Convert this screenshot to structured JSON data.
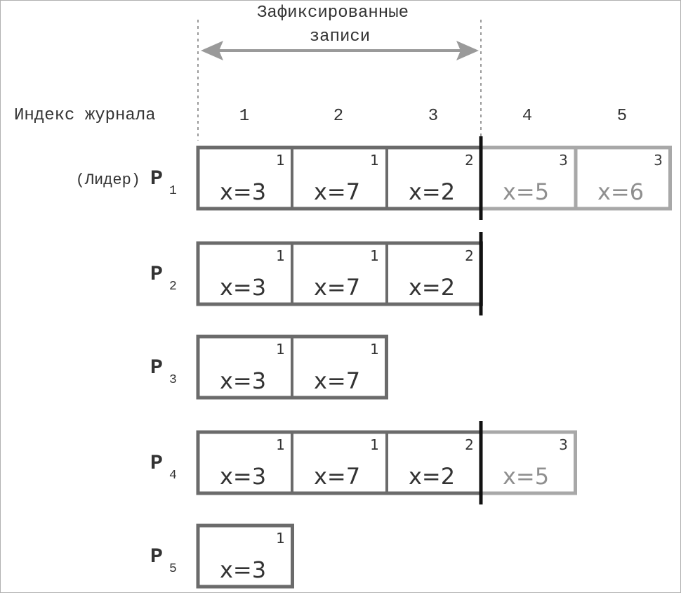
{
  "header": {
    "committed_line1": "Зафиксированные",
    "committed_line2": "записи",
    "log_index_label": "Индекс журнала"
  },
  "indices": [
    "1",
    "2",
    "3",
    "4",
    "5"
  ],
  "committed_count": 3,
  "colors": {
    "committed_stroke": "#6b6b6b",
    "uncommitted_stroke": "#a8a8a8",
    "committed_text": "#333333",
    "uncommitted_text": "#8f8f8f",
    "commit_line": "#111111",
    "arrow": "#9a9a9a"
  },
  "rows": [
    {
      "prefix": "(Лидер)",
      "name": "P",
      "sub": "1",
      "entries": [
        {
          "term": "1",
          "cmd": "x=3"
        },
        {
          "term": "1",
          "cmd": "x=7"
        },
        {
          "term": "2",
          "cmd": "x=2"
        },
        {
          "term": "3",
          "cmd": "x=5"
        },
        {
          "term": "3",
          "cmd": "x=6"
        }
      ]
    },
    {
      "prefix": "",
      "name": "P",
      "sub": "2",
      "entries": [
        {
          "term": "1",
          "cmd": "x=3"
        },
        {
          "term": "1",
          "cmd": "x=7"
        },
        {
          "term": "2",
          "cmd": "x=2"
        }
      ]
    },
    {
      "prefix": "",
      "name": "P",
      "sub": "3",
      "entries": [
        {
          "term": "1",
          "cmd": "x=3"
        },
        {
          "term": "1",
          "cmd": "x=7"
        }
      ]
    },
    {
      "prefix": "",
      "name": "P",
      "sub": "4",
      "entries": [
        {
          "term": "1",
          "cmd": "x=3"
        },
        {
          "term": "1",
          "cmd": "x=7"
        },
        {
          "term": "2",
          "cmd": "x=2"
        },
        {
          "term": "3",
          "cmd": "x=5"
        }
      ]
    },
    {
      "prefix": "",
      "name": "P",
      "sub": "5",
      "entries": [
        {
          "term": "1",
          "cmd": "x=3"
        }
      ]
    }
  ]
}
